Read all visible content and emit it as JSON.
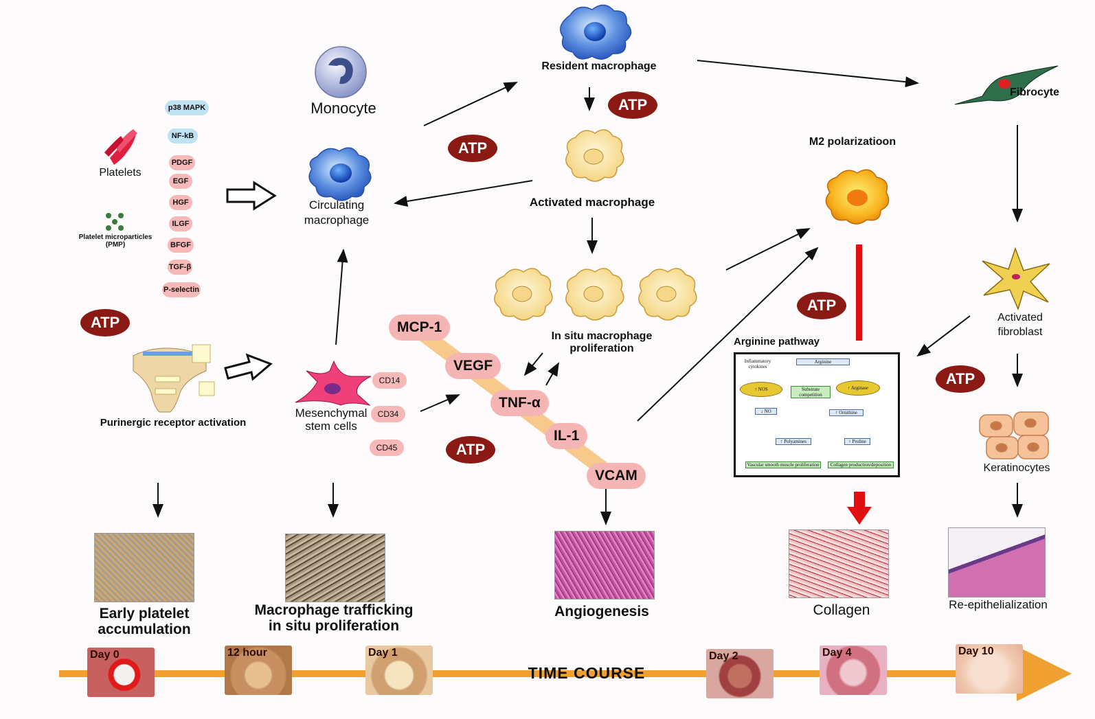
{
  "cells": {
    "resident": "Resident macrophage",
    "monocyte": "Monocyte",
    "fibrocyte": "Fibrocyte",
    "circulating": [
      "Circulating",
      "macrophage"
    ],
    "activated": "Activated macrophage",
    "insitu": [
      "In situ macrophage",
      "proliferation"
    ],
    "m2": "M2 polarizatioon",
    "activated_fibroblast": [
      "Activated",
      "fibroblast"
    ],
    "keratinocytes": "Keratinocytes",
    "msc": [
      "Mesenchymal",
      "stem cells"
    ],
    "platelets": "Platelets",
    "pmp": [
      "Platelet microparticles",
      "(PMP)"
    ]
  },
  "factors": [
    "p38 MAPK",
    "NF-kB",
    "PDGF",
    "EGF",
    "HGF",
    "ILGF",
    "BFGF",
    "TGF-β",
    "P-selectin"
  ],
  "atp_label": "ATP",
  "purinergic": "Purinergic receptor activation",
  "cd_markers": [
    "CD14",
    "CD34",
    "CD45"
  ],
  "cytokines": [
    "MCP-1",
    "VEGF",
    "TNF-α",
    "IL-1",
    "VCAM"
  ],
  "arginine": {
    "title": "Arginine pathway",
    "nodes": [
      "Inflammatory cytokines",
      "Arginine",
      "↑ NOS",
      "Substrate competition",
      "↑ Arginase",
      "↓ NO",
      "↑ Ornithine",
      "↑ Polyamines",
      "↑ Proline",
      "Vascular smooth muscle proliferation",
      "Collagen production/deposition"
    ]
  },
  "outcomes": {
    "platelet": [
      "Early platelet",
      "accumulation"
    ],
    "trafficking": [
      "Macrophage trafficking",
      "in situ proliferation"
    ],
    "angiogenesis": "Angiogenesis",
    "collagen": "Collagen",
    "reepi": "Re-epithelialization"
  },
  "timeline": {
    "label": "TIME COURSE",
    "days": [
      "Day 0",
      "12 hour",
      "Day 1",
      "Day 2",
      "Day 4",
      "Day 10"
    ]
  },
  "colors": {
    "atp": "#8c1a14",
    "timeline": "#f0a030",
    "inhibit": "#e01010",
    "cytokine_band": "#f7c98a"
  }
}
